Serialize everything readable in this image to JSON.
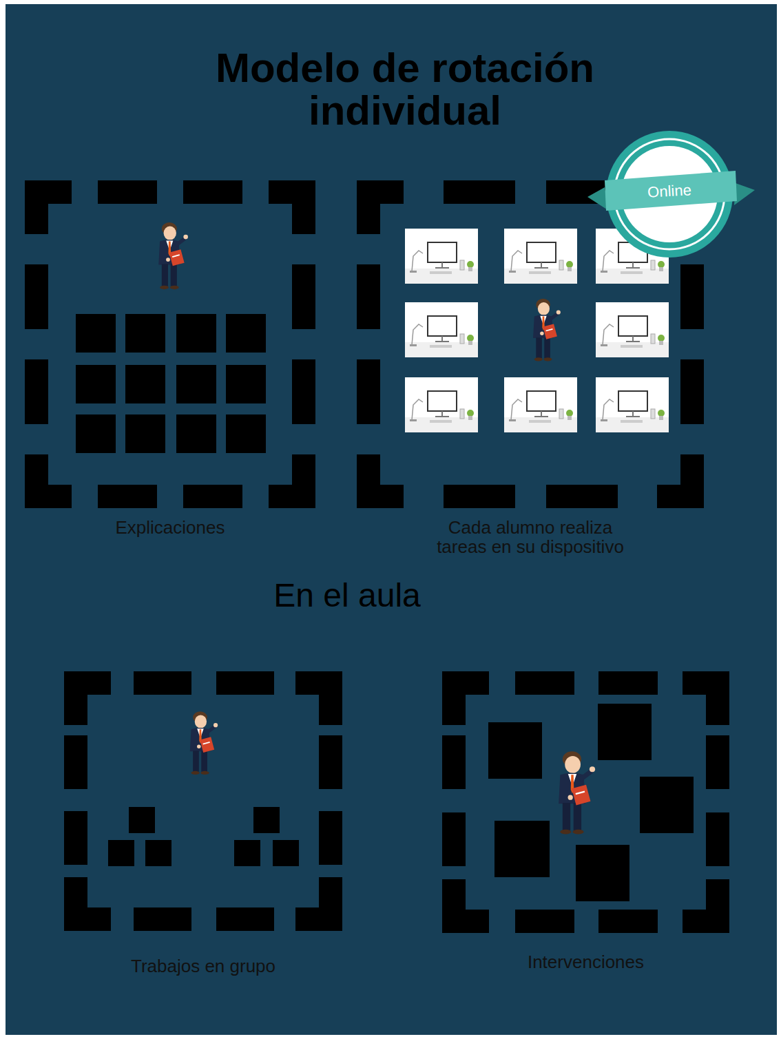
{
  "diagram": {
    "title": "Modelo de rotación individual",
    "nodes": [
      {
        "text": [
          "Explicaciones"
        ]
      },
      {
        "text": [
          "Cada alumno realiza tareas en su dispositivo"
        ]
      },
      {
        "text": [
          "Online"
        ]
      },
      {
        "text": [
          "Trabajos en grupo"
        ]
      },
      {
        "text": [
          "Intervenciones"
        ]
      }
    ],
    "labels": [
      "En el aula"
    ]
  }
}
